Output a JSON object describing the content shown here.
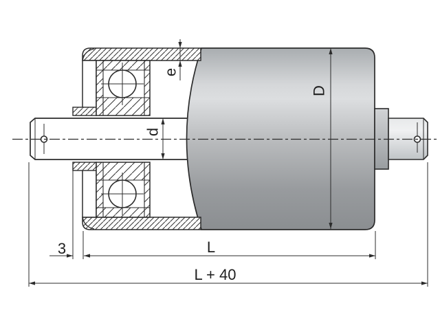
{
  "dimensions": {
    "wall_thickness": "e",
    "shaft_diameter": "d",
    "roller_diameter": "D",
    "bearing_offset": "3",
    "roller_length": "L",
    "total_length": "L + 40"
  },
  "colors": {
    "line": "#2b2b2b",
    "background": "#ffffff",
    "hatch": "#333333",
    "roller_body_top": "#a9adb0",
    "roller_body_highlight": "#dcdee0",
    "roller_body_dark": "#8b8e91",
    "collar_light": "#d2d4d6",
    "collar_dark": "#999da0",
    "stub_light": "#f0f1f2",
    "stub_dark": "#c0c4c7"
  }
}
